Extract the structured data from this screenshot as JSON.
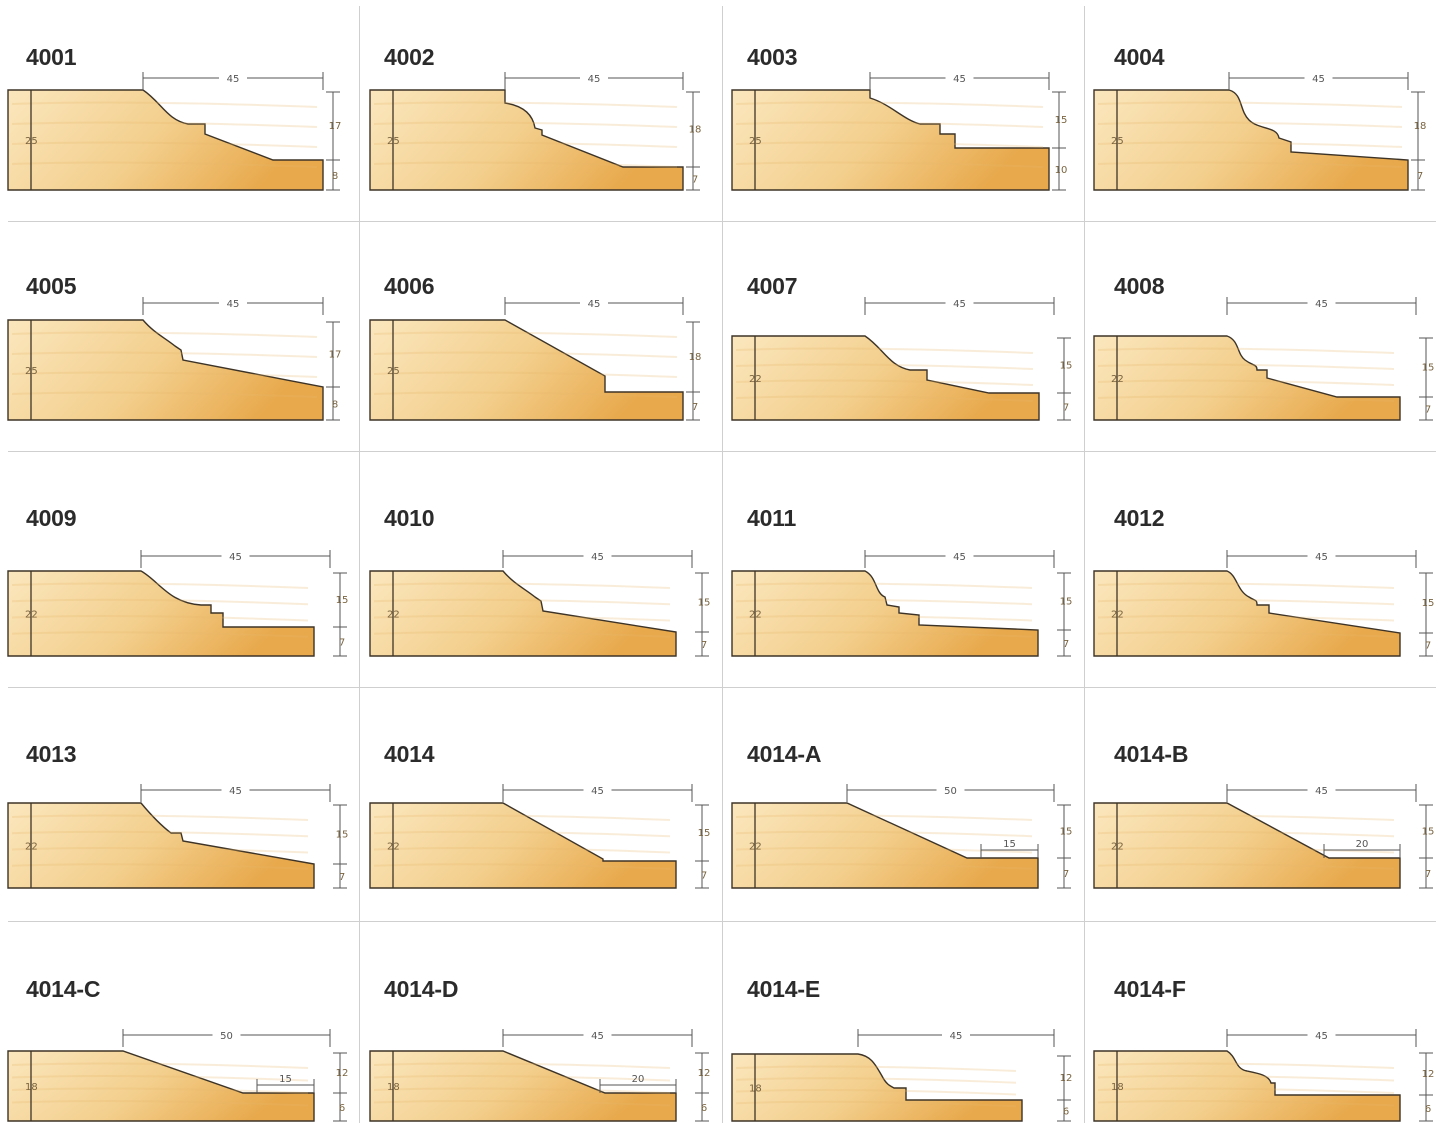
{
  "colors": {
    "wood_light": "#fbe7be",
    "wood_mid": "#f3cf8d",
    "wood_dark": "#e8a94c",
    "outline": "#3d3326",
    "grid": "#cfcfcf",
    "text": "#2b2b2b"
  },
  "profiles": [
    {
      "code": "4001",
      "height": "25",
      "width": "45",
      "upper": "17",
      "lower": "8"
    },
    {
      "code": "4002",
      "height": "25",
      "width": "45",
      "upper": "18",
      "lower": "7"
    },
    {
      "code": "4003",
      "height": "25",
      "width": "45",
      "upper": "15",
      "lower": "10"
    },
    {
      "code": "4004",
      "height": "25",
      "width": "45",
      "upper": "18",
      "lower": "7"
    },
    {
      "code": "4005",
      "height": "25",
      "width": "45",
      "upper": "17",
      "lower": "8"
    },
    {
      "code": "4006",
      "height": "25",
      "width": "45",
      "upper": "18",
      "lower": "7"
    },
    {
      "code": "4007",
      "height": "22",
      "width": "45",
      "upper": "15",
      "lower": "7"
    },
    {
      "code": "4008",
      "height": "22",
      "width": "45",
      "upper": "15",
      "lower": "7"
    },
    {
      "code": "4009",
      "height": "22",
      "width": "45",
      "upper": "15",
      "lower": "7"
    },
    {
      "code": "4010",
      "height": "22",
      "width": "45",
      "upper": "15",
      "lower": "7"
    },
    {
      "code": "4011",
      "height": "22",
      "width": "45",
      "upper": "15",
      "lower": "7"
    },
    {
      "code": "4012",
      "height": "22",
      "width": "45",
      "upper": "15",
      "lower": "7"
    },
    {
      "code": "4013",
      "height": "22",
      "width": "45",
      "upper": "15",
      "lower": "7"
    },
    {
      "code": "4014",
      "height": "22",
      "width": "45",
      "upper": "15",
      "lower": "7"
    },
    {
      "code": "4014-A",
      "height": "22",
      "width": "50",
      "upper": "15",
      "lower": "7",
      "flat": "15"
    },
    {
      "code": "4014-B",
      "height": "22",
      "width": "45",
      "upper": "15",
      "lower": "7",
      "flat": "20"
    },
    {
      "code": "4014-C",
      "height": "18",
      "width": "50",
      "upper": "12",
      "lower": "6",
      "flat": "15"
    },
    {
      "code": "4014-D",
      "height": "18",
      "width": "45",
      "upper": "12",
      "lower": "6",
      "flat": "20"
    },
    {
      "code": "4014-E",
      "height": "18",
      "width": "45",
      "upper": "12",
      "lower": "6"
    },
    {
      "code": "4014-F",
      "height": "18",
      "width": "45",
      "upper": "12",
      "lower": "6"
    }
  ]
}
